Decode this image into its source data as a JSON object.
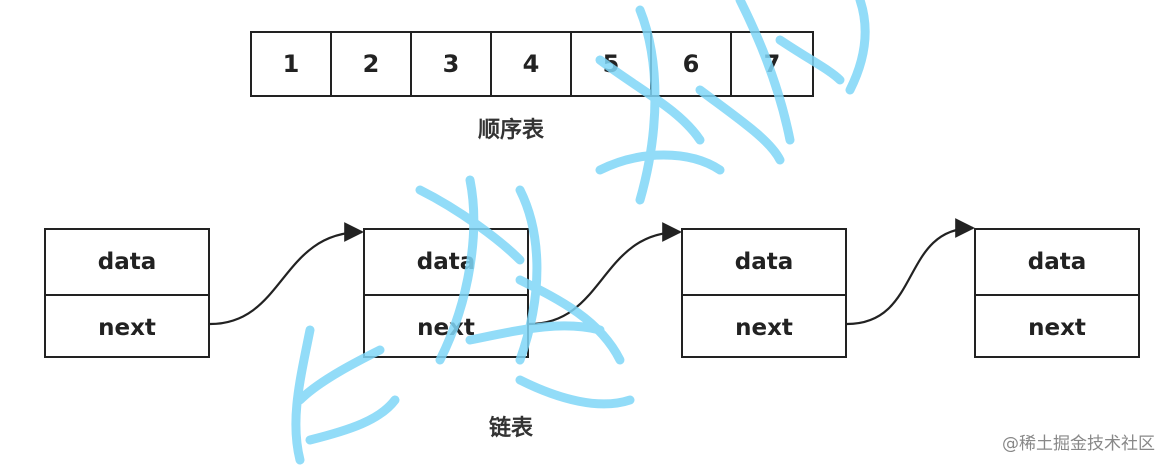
{
  "sequence_list": {
    "cells": [
      "1",
      "2",
      "3",
      "4",
      "5",
      "6",
      "7"
    ],
    "caption": "顺序表"
  },
  "linked_list": {
    "nodes": [
      {
        "data": "data",
        "next": "next"
      },
      {
        "data": "data",
        "next": "next"
      },
      {
        "data": "data",
        "next": "next"
      },
      {
        "data": "data",
        "next": "next"
      }
    ],
    "caption": "链表"
  },
  "watermark": {
    "site": "@稀土掘金技术社区",
    "overlay_color": "#7fd6f7"
  }
}
